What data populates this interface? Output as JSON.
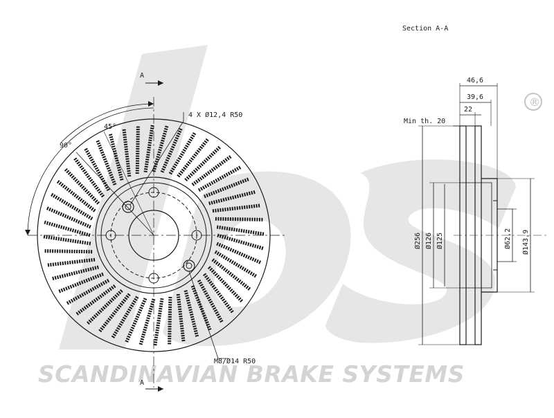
{
  "brand": {
    "logo_text": "sbs",
    "tagline": "SCANDINAVIAN BRAKE SYSTEMS",
    "registered_mark": "®"
  },
  "front_view": {
    "section_marker_top": "A",
    "section_marker_bottom": "A",
    "angle_45": "45°",
    "angle_90": "90°",
    "bolt_holes_label": "4 X Ø12,4 R50",
    "thread_holes_label": "M8/Ø14 R50",
    "vent_slots": 48
  },
  "section_view": {
    "title": "Section A-A",
    "min_thickness_label": "Min th. 20",
    "dimensions": {
      "overall_height": "46,6",
      "hat_depth": "39,6",
      "disc_thickness": "22",
      "outer_diameter": "Ø256",
      "diameter_126": "Ø126",
      "diameter_125": "Ø125",
      "center_bore": "Ø62,2",
      "hat_diameter": "Ø143,9"
    }
  }
}
